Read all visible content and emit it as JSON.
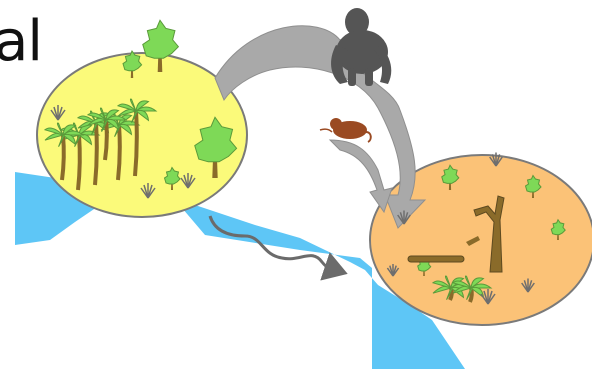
{
  "heading": {
    "text": "al"
  },
  "colors": {
    "river": "#5ec6f6",
    "rainforest_patch": "#fbfa7a",
    "degraded_patch": "#fbc277",
    "patch_outline": "#7a7a7a",
    "tree_foliage": "#7ed957",
    "tree_trunk": "#8a6b2a",
    "arrow": "#a9a9a9",
    "flow_arrow": "#6b6b6b",
    "ape": "#555555",
    "rodent": "#9a4a22",
    "dead_wood": "#8a6b2a"
  },
  "icons": [
    "rainforest-patch",
    "degraded-forest-patch",
    "river",
    "ape-icon",
    "rodent-icon",
    "dispersal-arrow",
    "wavy-flow-arrow",
    "tree-icon",
    "palm-tree-icon",
    "grass-tuft-icon",
    "dead-tree-icon",
    "fallen-log-icon"
  ]
}
